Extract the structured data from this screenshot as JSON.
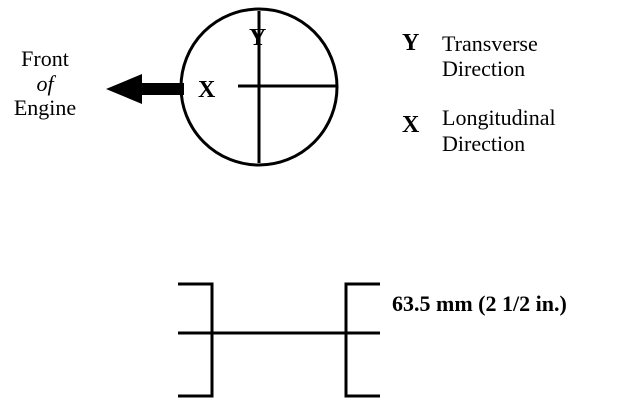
{
  "engine_label": {
    "line1": "Front",
    "line2": "of",
    "line3": "Engine"
  },
  "axis_labels": {
    "y": "Y",
    "x": "X"
  },
  "legend": {
    "y_symbol": "Y",
    "y_text_line1": "Transverse",
    "y_text_line2": "Direction",
    "x_symbol": "X",
    "x_text_line1": "Longitudinal",
    "x_text_line2": "Direction"
  },
  "dimension_label": "63.5 mm (2 1/2 in.)"
}
